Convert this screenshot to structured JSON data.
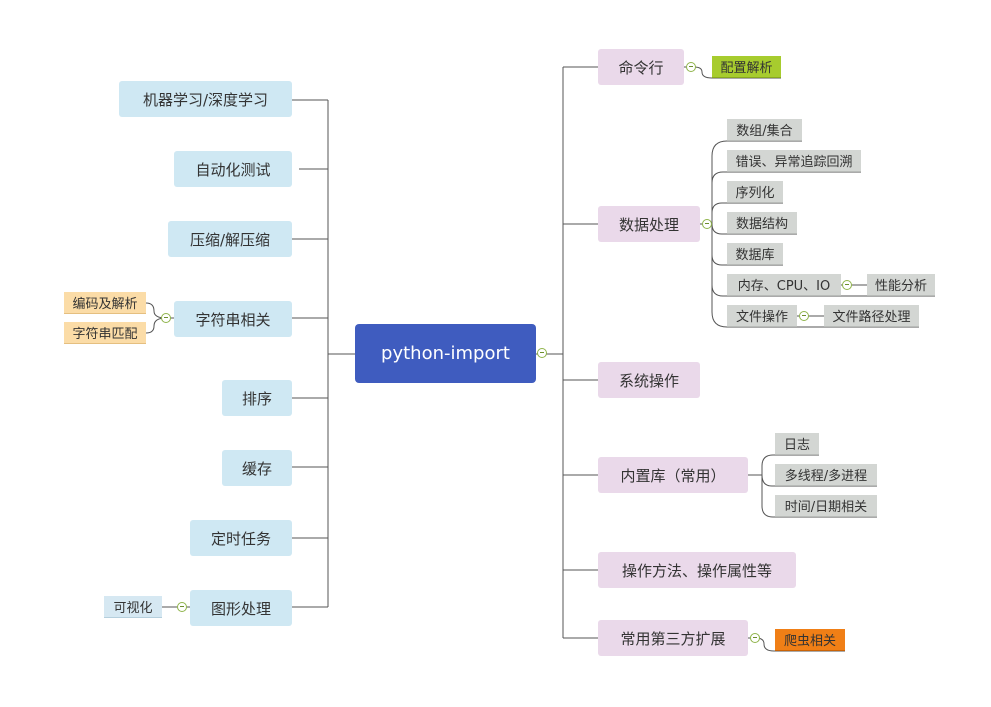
{
  "root": {
    "label": "python-import"
  },
  "left": {
    "ml": "机器学习/深度学习",
    "auto_test": "自动化测试",
    "compress": "压缩/解压缩",
    "string": "字符串相关",
    "string_encode": "编码及解析",
    "string_match": "字符串匹配",
    "sort": "排序",
    "cache": "缓存",
    "schedule": "定时任务",
    "image": "图形处理",
    "visualize": "可视化"
  },
  "right": {
    "cli": "命令行",
    "cli_parse": "配置解析",
    "data": "数据处理",
    "data_set": "数组/集合",
    "data_error": "错误、异常追踪回溯",
    "data_serialize": "序列化",
    "data_struct": "数据结构",
    "data_db": "数据库",
    "data_mem": "内存、CPU、IO",
    "data_perf": "性能分析",
    "data_file": "文件操作",
    "data_path": "文件路径处理",
    "system": "系统操作",
    "builtin": "内置库（常用）",
    "builtin_log": "日志",
    "builtin_thread": "多线程/多进程",
    "builtin_time": "时间/日期相关",
    "ops": "操作方法、操作属性等",
    "third": "常用第三方扩展",
    "third_crawler": "爬虫相关"
  },
  "colors": {
    "root": "#3f5cbf",
    "left_topic": "#cfe8f3",
    "right_topic": "#ead9ea",
    "gray_leaf": "#d3d6d3",
    "orange_pale_leaf": "#fbdca7",
    "green_leaf": "#a7cc2e",
    "orange_leaf": "#f07f16",
    "line": "#555555"
  }
}
